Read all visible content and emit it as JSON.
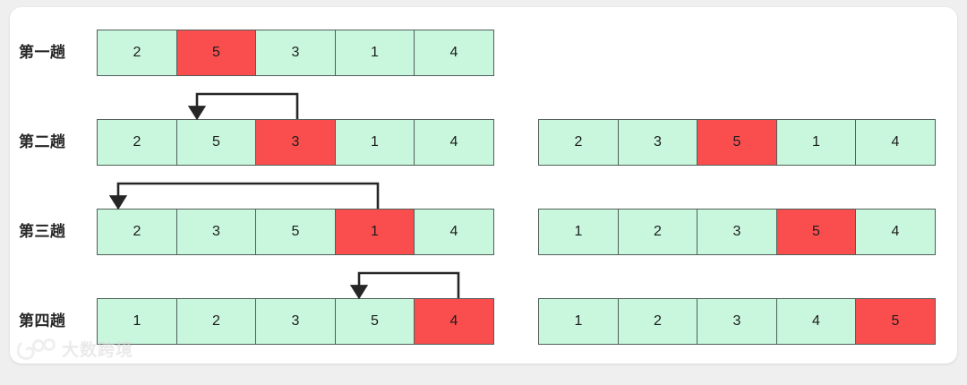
{
  "diagram": {
    "title_visible": false,
    "colors": {
      "page_background": "#efeff0",
      "card_background": "#ffffff",
      "cell_normal": "#c9f7dd",
      "cell_highlight": "#fa4e4e",
      "cell_border": "#4f5e59",
      "arrow": "#262626",
      "label_text": "#262626"
    },
    "rows": [
      {
        "label": "第一趟",
        "left_array": {
          "values": [
            "2",
            "5",
            "3",
            "1",
            "4"
          ],
          "highlight_index": 1
        },
        "right_array": null,
        "arrow": null
      },
      {
        "label": "第二趟",
        "left_array": {
          "values": [
            "2",
            "5",
            "3",
            "1",
            "4"
          ],
          "highlight_index": 2
        },
        "right_array": {
          "values": [
            "2",
            "3",
            "5",
            "1",
            "4"
          ],
          "highlight_index": 2
        },
        "arrow": {
          "from_index": 2,
          "to_index": 1
        }
      },
      {
        "label": "第三趟",
        "left_array": {
          "values": [
            "2",
            "3",
            "5",
            "1",
            "4"
          ],
          "highlight_index": 3
        },
        "right_array": {
          "values": [
            "1",
            "2",
            "3",
            "5",
            "4"
          ],
          "highlight_index": 3
        },
        "arrow": {
          "from_index": 3,
          "to_index": 0
        }
      },
      {
        "label": "第四趟",
        "left_array": {
          "values": [
            "1",
            "2",
            "3",
            "5",
            "4"
          ],
          "highlight_index": 4
        },
        "right_array": {
          "values": [
            "1",
            "2",
            "3",
            "4",
            "5"
          ],
          "highlight_index": 4
        },
        "arrow": {
          "from_index": 4,
          "to_index": 3
        }
      }
    ]
  },
  "watermark": {
    "text": "大数跨境",
    "logo_name": "da-shu-kua-jing-logo"
  }
}
